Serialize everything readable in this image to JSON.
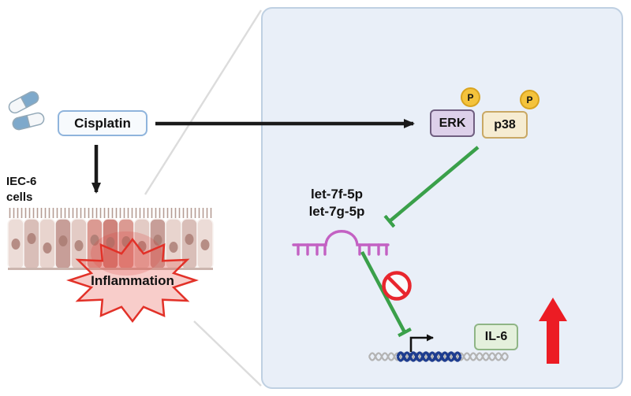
{
  "figure": {
    "left": {
      "drug_label": "Cisplatin",
      "cell_line_label_line1": "IEC-6",
      "cell_line_label_line2": "cells",
      "inflammation_label": "Inflammation"
    },
    "panel": {
      "kinases": [
        {
          "label": "ERK"
        },
        {
          "label": "p38"
        }
      ],
      "phospho_badge": "P",
      "mirnas": [
        "let-7f-5p",
        "let-7g-5p"
      ],
      "cytokine_label": "IL-6"
    },
    "icons": {
      "capsule-icon": "two bicolor drug capsules",
      "epithelium-icon": "row of intestinal epithelial cells with cilia",
      "inflammation-burst-icon": "red starburst",
      "mirna-hairpin-icon": "purple miRNA hairpin comb",
      "prohibition-sign-icon": "red circle with slash",
      "dna-icon": "wavy DNA strand with blue gene segment",
      "transcription-start-arrow": "bent promoter arrow",
      "upregulation-arrow-icon": "large red up arrow",
      "inhibition-tbar-icon": "green T-bar inhibition line"
    },
    "colors": {
      "panel_bg": "#e9eff8",
      "panel_border": "#bfd0e2",
      "cisplatin_border": "#8fb4dc",
      "erk_fill": "#ddd0ea",
      "erk_border": "#6f5e80",
      "p38_fill": "#f6ecd2",
      "p38_border": "#c9a865",
      "phospho_fill": "#f4c33c",
      "phospho_border": "#d9a41f",
      "inhibition_green": "#3aa04a",
      "mirna_purple": "#c361c3",
      "prohibition_red": "#e8262e",
      "il6_fill": "#e4f0dc",
      "il6_border": "#8fb586",
      "upregulation_red": "#ec1c24",
      "dna_blue": "#1d3c8f"
    }
  }
}
